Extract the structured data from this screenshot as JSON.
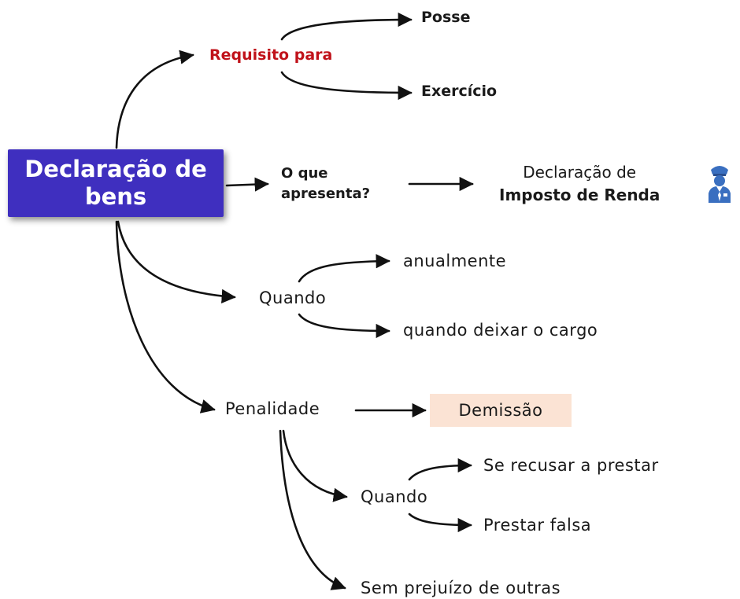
{
  "root": {
    "line1": "Declaração de",
    "line2": "bens"
  },
  "branches": {
    "requisito": {
      "label": "Requisito para",
      "children": [
        "Posse",
        "Exercício"
      ]
    },
    "apresenta": {
      "label_line1": "O que",
      "label_line2": "apresenta?",
      "target_line1": "Declaração de",
      "target_line2": "Imposto de Renda",
      "icon": "police-officer-icon"
    },
    "quando": {
      "label": "Quando",
      "children": [
        "anualmente",
        "quando deixar o cargo"
      ]
    },
    "penalidade": {
      "label": "Penalidade",
      "result": "Demissão",
      "sub_quando": {
        "label": "Quando",
        "children": [
          "Se recusar a prestar",
          "Prestar falsa"
        ]
      },
      "extra": "Sem prejuízo de outras"
    }
  },
  "colors": {
    "root_bg": "#3f2fbf",
    "requisito_text": "#c0121a",
    "demissao_bg": "#fbe3d4",
    "icon": "#3a6fc0"
  }
}
